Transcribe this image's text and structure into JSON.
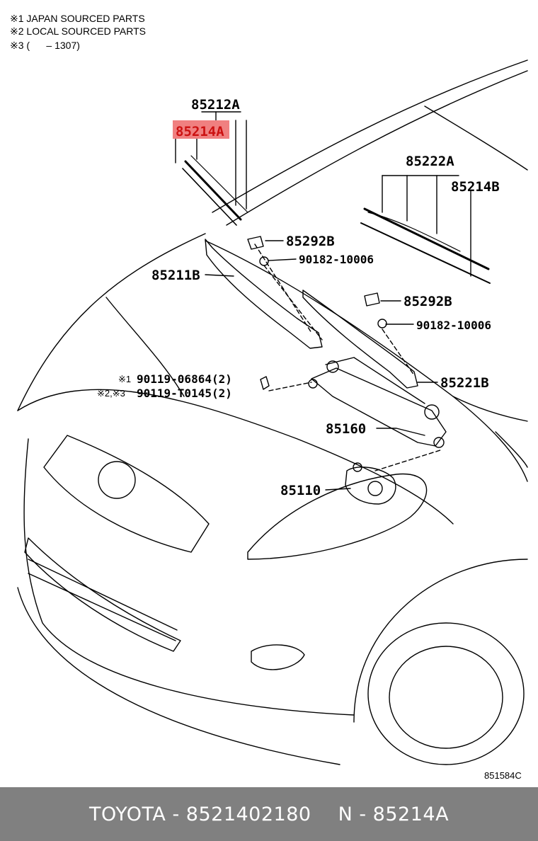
{
  "notes": [
    "※1 JAPAN SOURCED PARTS",
    "※2 LOCAL SOURCED PARTS",
    "※3 (      – 1307)"
  ],
  "parts": {
    "p85212A": "85212A",
    "p85214A": "85214A",
    "p85222A": "85222A",
    "p85214B": "85214B",
    "p85292B_1": "85292B",
    "p90182_1": "90182-10006",
    "p85211B": "85211B",
    "p85292B_2": "85292B",
    "p90182_2": "90182-10006",
    "bolt1_prefix": "※1",
    "bolt1": "90119-06864(2)",
    "bolt2_prefix": "※2,※3",
    "bolt2": "90119-T0145(2)",
    "p85221B": "85221B",
    "p85160": "85160",
    "p85110": "85110"
  },
  "diagram_code": "851584C",
  "footer": {
    "brand": "TOYOTA",
    "part_number": "8521402180",
    "ref": "N - 85214A"
  },
  "colors": {
    "highlight": "#f08080",
    "footer_bg": "#808080"
  }
}
